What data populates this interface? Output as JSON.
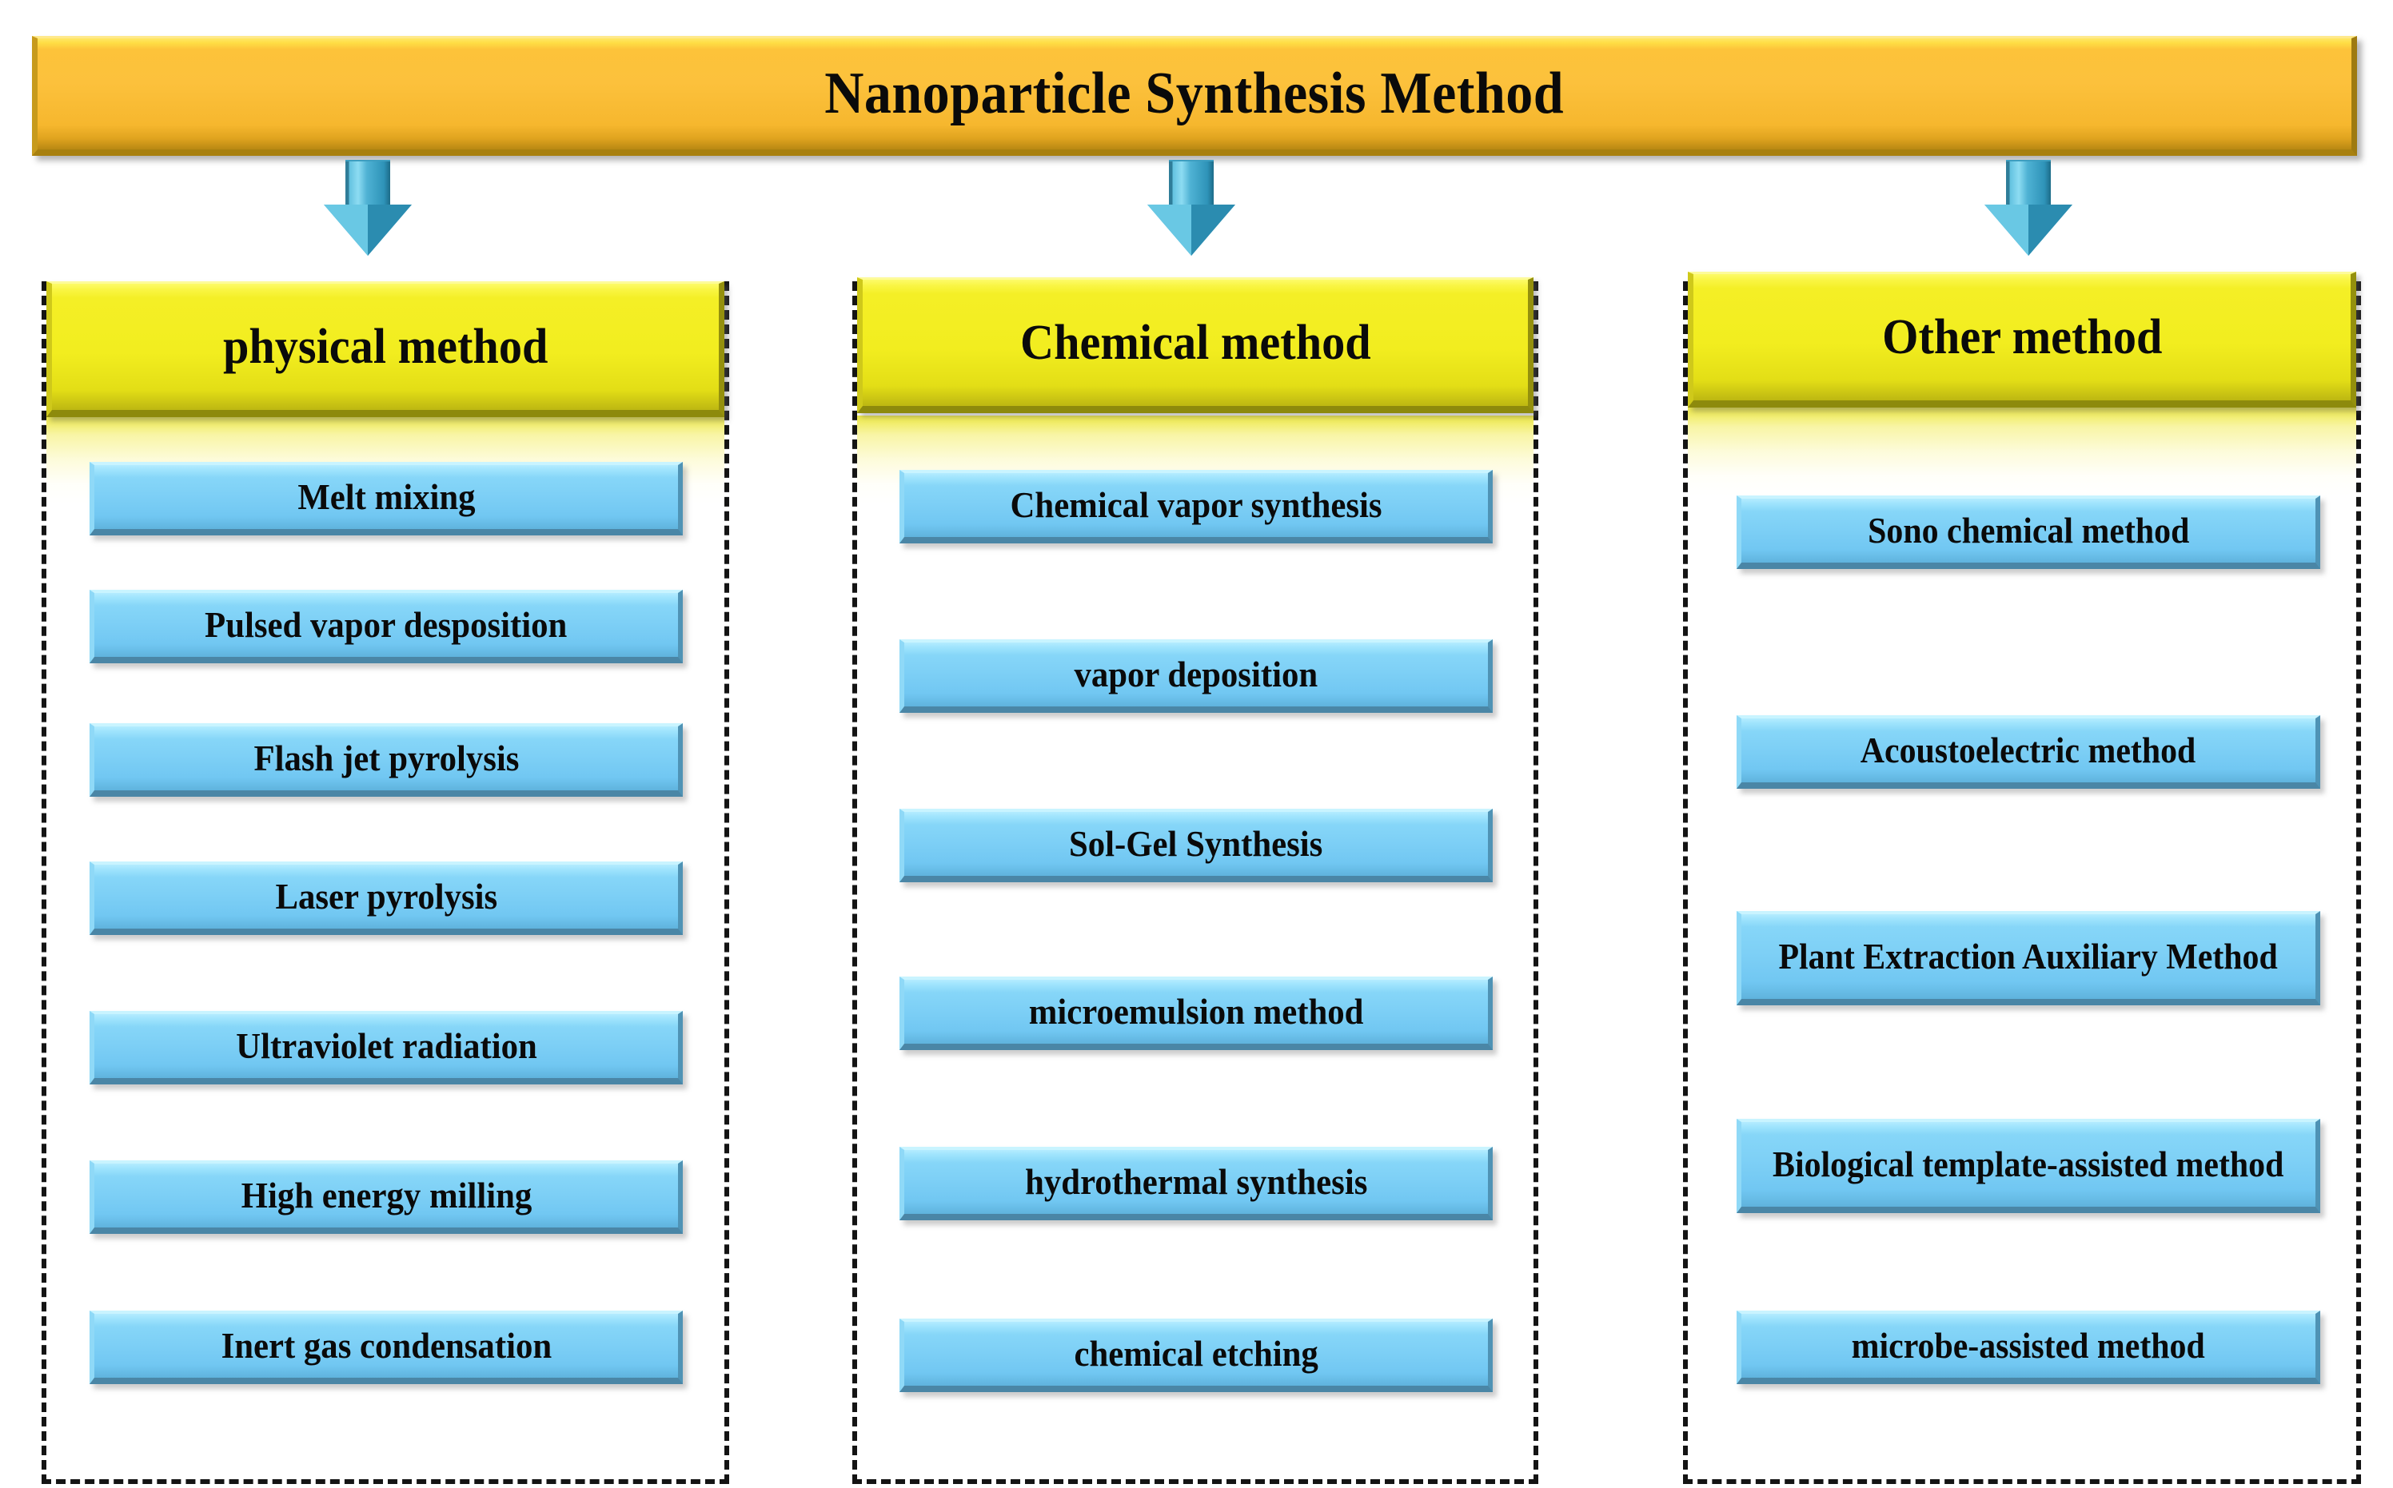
{
  "diagram": {
    "title": "Nanoparticle Synthesis Method",
    "colors": {
      "title_bar": "#fcc13c",
      "column_header": "#f2ed1f",
      "item_box": "#7ed0f6",
      "arrow": "#3ba7cc",
      "dashed_border": "#141414",
      "text": "#0a0a0a"
    },
    "columns": [
      {
        "header": "physical method",
        "items": [
          "Melt mixing",
          "Pulsed vapor desposition",
          "Flash jet pyrolysis",
          "Laser pyrolysis",
          "Ultraviolet radiation",
          "High energy milling",
          "Inert gas condensation"
        ]
      },
      {
        "header": "Chemical method",
        "items": [
          "Chemical vapor synthesis",
          "vapor deposition",
          "Sol-Gel Synthesis",
          "microemulsion method",
          "hydrothermal synthesis",
          "chemical etching"
        ]
      },
      {
        "header": "Other method",
        "items": [
          "Sono chemical method",
          "Acoustoelectric method",
          "Plant Extraction Auxiliary Method",
          "Biological template-assisted method",
          "microbe-assisted method"
        ]
      }
    ],
    "arrows": [
      {
        "name": "arrow-to-physical-method"
      },
      {
        "name": "arrow-to-chemical-method"
      },
      {
        "name": "arrow-to-other-method"
      }
    ]
  }
}
